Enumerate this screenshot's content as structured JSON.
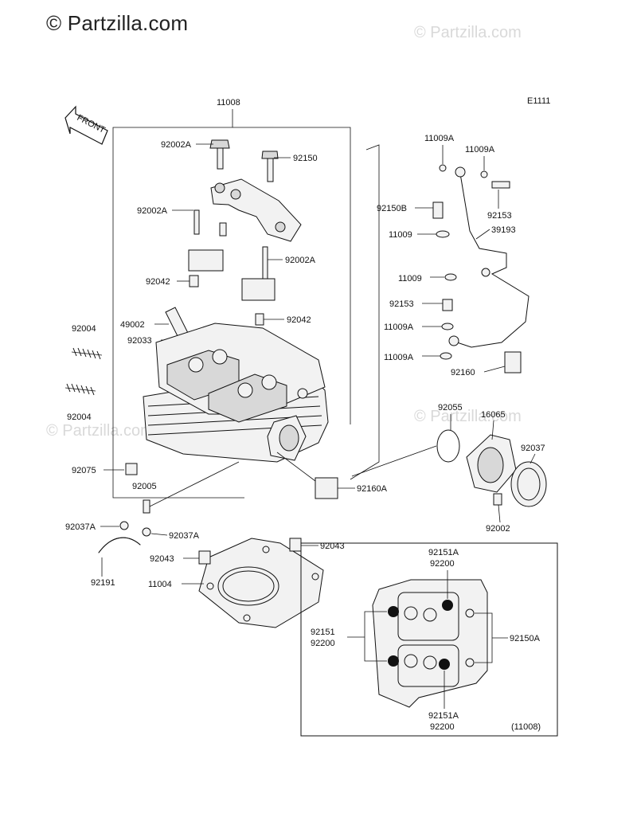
{
  "watermark": {
    "main": "© Partzilla.com",
    "ghost": "© Partzilla.com"
  },
  "figure_code": "E1111",
  "front_arrow": "FRONT",
  "parts": {
    "p11008": "11008",
    "p92002A_1": "92002A",
    "p92150": "92150",
    "p92002A_2": "92002A",
    "p92002A_3": "92002A",
    "p92042_1": "92042",
    "p49002": "49002",
    "p92033": "92033",
    "p92042_2": "92042",
    "p92004_1": "92004",
    "p92004_2": "92004",
    "p11009A_1": "11009A",
    "p11009A_2": "11009A",
    "p92150B": "92150B",
    "p92153_1": "92153",
    "p11009_1": "11009",
    "p39193": "39193",
    "p11009_2": "11009",
    "p92153_2": "92153",
    "p11009A_3": "11009A",
    "p11009A_4": "11009A",
    "p92160": "92160",
    "p92055": "92055",
    "p16065": "16065",
    "p92037": "92037",
    "p92075": "92075",
    "p92005": "92005",
    "p92160A": "92160A",
    "p92002": "92002",
    "p92037A_1": "92037A",
    "p92037A_2": "92037A",
    "p92043_1": "92043",
    "p92043_2": "92043",
    "p92191": "92191",
    "p11004": "11004"
  },
  "inset": {
    "top_a": "92151A",
    "top_b": "92200",
    "left_a": "92151",
    "left_b": "92200",
    "right": "92150A",
    "bottom_a": "92151A",
    "bottom_b": "92200",
    "ref": "(11008)"
  }
}
